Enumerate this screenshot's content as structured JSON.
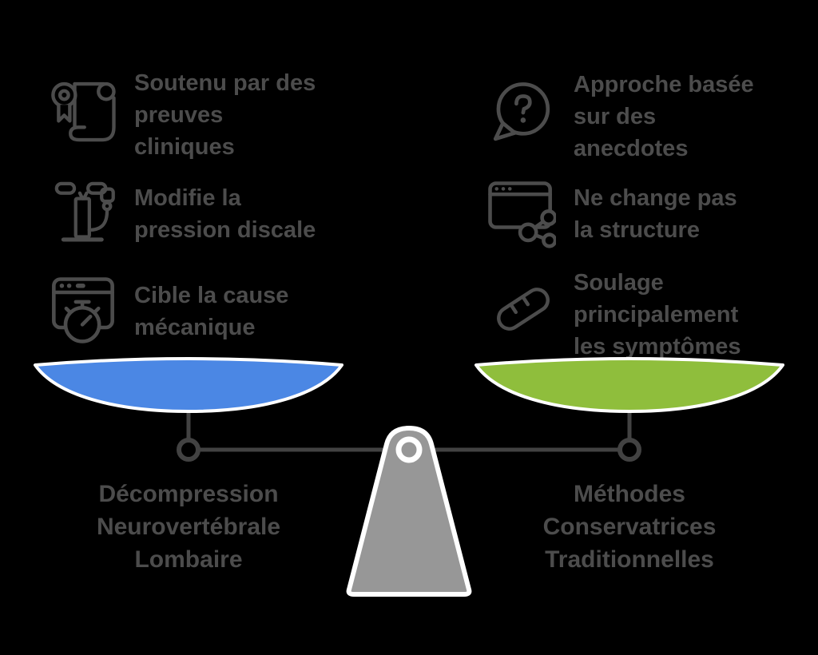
{
  "background_color": "#000000",
  "text_color": "#4c4c4c",
  "left_column": {
    "items": [
      {
        "icon": "certificate-scroll-icon",
        "lines": [
          "Soutenu par des",
          "preuves",
          "cliniques"
        ]
      },
      {
        "icon": "air-pump-icon",
        "lines": [
          "Modifie la",
          "pression discale"
        ]
      },
      {
        "icon": "browser-stopwatch-icon",
        "lines": [
          "Cible la cause",
          "mécanique"
        ]
      }
    ]
  },
  "right_column": {
    "items": [
      {
        "icon": "question-bubble-icon",
        "lines": [
          "Approche basée",
          "sur des",
          "anecdotes"
        ]
      },
      {
        "icon": "browser-share-icon",
        "lines": [
          "Ne change pas",
          "la structure"
        ]
      },
      {
        "icon": "bandage-icon",
        "lines": [
          "Soulage",
          "principalement",
          "les symptômes"
        ]
      }
    ]
  },
  "scale": {
    "left_dish_color": "#4b87e4",
    "right_dish_color": "#8fbe3c",
    "fulcrum_color": "#979797",
    "beam_color": "#424242",
    "outline_color": "#ffffff",
    "left_label_lines": [
      "Décompression",
      "Neurovertébrale",
      "Lombaire"
    ],
    "right_label_lines": [
      "Méthodes",
      "Conservatrices",
      "Traditionnelles"
    ]
  }
}
